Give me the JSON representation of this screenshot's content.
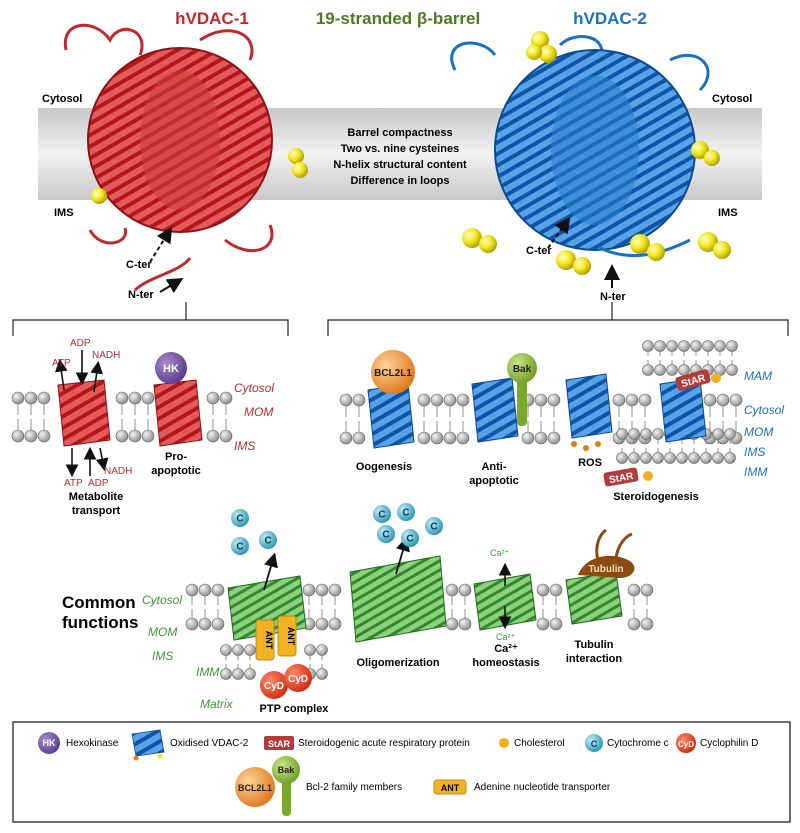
{
  "header": {
    "left_title": "hVDAC-1",
    "center_title": "19-stranded β-barrel",
    "right_title": "hVDAC-2"
  },
  "top_panel": {
    "cytosol_left": "Cytosol",
    "ims_left": "IMS",
    "cytosol_right": "Cytosol",
    "ims_right": "IMS",
    "differences": [
      "Barrel compactness",
      "Two vs. nine cysteines",
      "N-helix structural content",
      "Difference in loops"
    ],
    "cter_left": "C-ter",
    "nter_left": "N-ter",
    "cter_right": "C-ter",
    "nter_right": "N-ter"
  },
  "vdac1_panel": {
    "hk": "HK",
    "atp_top": "ATP",
    "adp_top": "ADP",
    "nadh_top": "NADH",
    "atp_bottom": "ATP",
    "adp_bottom": "ADP",
    "nadh_bottom": "NADH",
    "cytosol": "Cytosol",
    "mom": "MOM",
    "ims": "IMS",
    "metabolite_line1": "Metabolite",
    "metabolite_line2": "transport",
    "pro_line1": "Pro-",
    "pro_line2": "apoptotic"
  },
  "vdac2_panel": {
    "bcl2l1": "BCL2L1",
    "bak": "Bak",
    "star_top": "StAR",
    "star_bottom": "StAR",
    "oogenesis": "Oogenesis",
    "anti_line1": "Anti-",
    "anti_line2": "apoptotic",
    "ros": "ROS",
    "steroidogenesis": "Steroidogenesis",
    "mam": "MAM",
    "cytosol": "Cytosol",
    "mom": "MOM",
    "ims": "IMS",
    "imm": "IMM"
  },
  "common_panel": {
    "title_line1": "Common",
    "title_line2": "functions",
    "cytosol": "Cytosol",
    "mom": "MOM",
    "ims": "IMS",
    "imm": "IMM",
    "matrix": "Matrix",
    "cyt_c": "C",
    "ant": "ANT",
    "cyd": "CyD",
    "ca_top": "Ca²⁺",
    "ca_bottom": "Ca²⁺",
    "ptp": "PTP complex",
    "oligomerization": "Oligomerization",
    "ca_homeo_line1": "Ca²⁺",
    "ca_homeo_line2": "homeostasis",
    "tubulin": "Tubulin",
    "tubulin_line1": "Tubulin",
    "tubulin_line2": "interaction"
  },
  "legend": {
    "hk": "HK",
    "hexokinase": "Hexokinase",
    "oxidised": "Oxidised VDAC-2",
    "star": "StAR",
    "star_desc": "Steroidogenic acute respiratory protein",
    "cholesterol": "Cholesterol",
    "c": "C",
    "cytochrome": "Cytochrome c",
    "cyd": "CyD",
    "cyclophilin": "Cyclophilin D",
    "bcl2l1": "BCL2L1",
    "bak": "Bak",
    "bcl2": "Bcl-2 family members",
    "ant": "ANT",
    "ant_desc": "Adenine nucleotide transporter"
  },
  "colors": {
    "red": "#c0282d",
    "blue": "#1b70c0",
    "green": "#3a9a32",
    "olive": "#4e7a22",
    "yellow": "#f1e21a",
    "orange_ball": "#e8892b",
    "purple": "#6a4b9e",
    "cyan": "#3aa8c4",
    "cyd_red": "#e23b1e",
    "ant_gold": "#f1b324",
    "star_red": "#b53a3a",
    "tubulin": "#8b4a12",
    "bak_green": "#8fbf3a"
  }
}
